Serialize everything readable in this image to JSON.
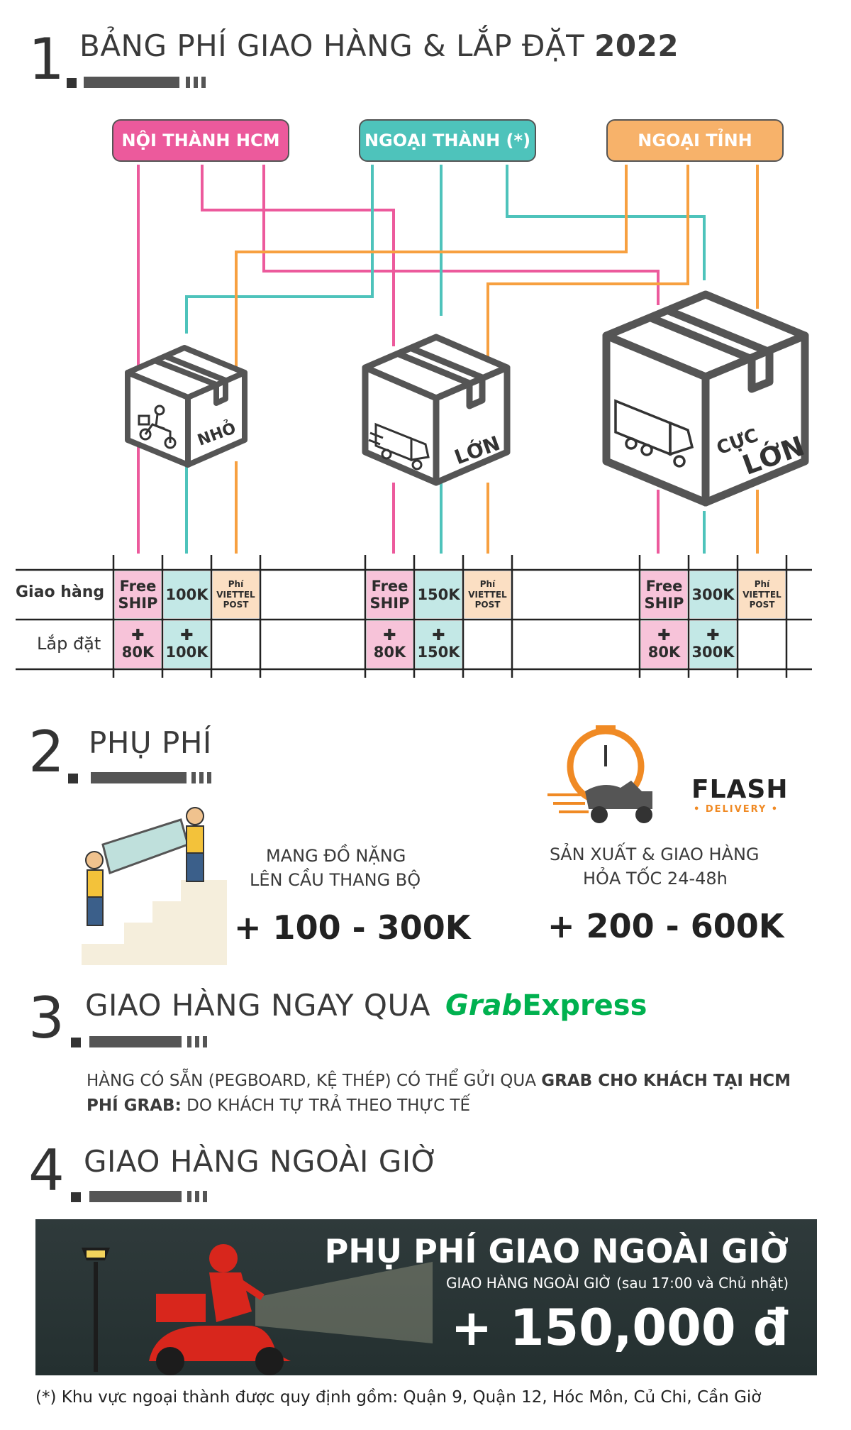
{
  "section1": {
    "number": "1",
    "title": "BẢNG PHÍ GIAO HÀNG & LẮP ĐẶT",
    "year": "2022",
    "zones": [
      {
        "label": "NỘI THÀNH HCM",
        "color": "#ec5a9c"
      },
      {
        "label": "NGOẠI THÀNH (*)",
        "color": "#4ec3bb"
      },
      {
        "label": "NGOẠI TỈNH",
        "color": "#f7a040"
      }
    ],
    "boxes": [
      {
        "label": "NHỎ",
        "icon": "scooter-delivery-icon"
      },
      {
        "label": "LỚN",
        "icon": "van-truck-icon"
      },
      {
        "label": "CỰC LỚN",
        "label_top": "CỰC",
        "label_bottom": "LỚN",
        "icon": "big-truck-icon"
      }
    ],
    "table": {
      "row_labels": {
        "delivery": "Giao hàng",
        "install": "Lắp đặt"
      },
      "groups": [
        {
          "delivery": [
            "Free",
            "SHIP",
            "100K",
            "Phí",
            "VIETTEL",
            "POST"
          ],
          "install": [
            "80K",
            "100K"
          ]
        },
        {
          "delivery": [
            "Free",
            "SHIP",
            "150K",
            "Phí",
            "VIETTEL",
            "POST"
          ],
          "install": [
            "80K",
            "150K"
          ]
        },
        {
          "delivery": [
            "Free",
            "SHIP",
            "300K",
            "Phí",
            "VIETTEL",
            "POST"
          ],
          "install": [
            "80K",
            "300K"
          ]
        }
      ],
      "plus_symbol": "✚"
    }
  },
  "section2": {
    "number": "2",
    "title": "PHỤ PHÍ",
    "item1": {
      "line1": "MANG ĐỒ NẶNG",
      "line2": "LÊN CẦU THANG BỘ",
      "price": "+ 100 - 300K",
      "icon": "stair-carry-illustration"
    },
    "item2": {
      "brand_top": "FLASH",
      "brand_bottom": "• DELIVERY •",
      "line1": "SẢN XUẤT & GIAO HÀNG",
      "line2": "HỎA TỐC 24-48h",
      "price": "+ 200 - 600K",
      "icon": "flash-delivery-logo"
    }
  },
  "section3": {
    "number": "3",
    "title": "GIAO HÀNG NGAY QUA",
    "brand_grab": "Grab",
    "brand_express": "Express",
    "line1_a": "HÀNG CÓ SẴN (PEGBOARD, KỆ THÉP) CÓ THỂ GỬI QUA ",
    "line1_b": "GRAB CHO KHÁCH TẠI HCM",
    "line2_a": "PHÍ GRAB:",
    "line2_b": " DO KHÁCH TỰ TRẢ THEO THỰC TẾ",
    "brand_color": "#00b14f"
  },
  "section4": {
    "number": "4",
    "title": "GIAO HÀNG NGOÀI GIỜ",
    "banner": {
      "headline": "PHỤ PHÍ GIAO NGOÀI GIỜ",
      "subline": "GIAO HÀNG NGOÀI GIỜ (sau 17:00 và Chủ nhật)",
      "price": "+ 150,000 đ",
      "icon": "night-scooter-illustration"
    }
  },
  "footnote": "(*) Khu vực ngoại thành được quy định gồm: Quận 9, Quận 12, Hóc Môn, Củ Chi, Cần Giờ"
}
